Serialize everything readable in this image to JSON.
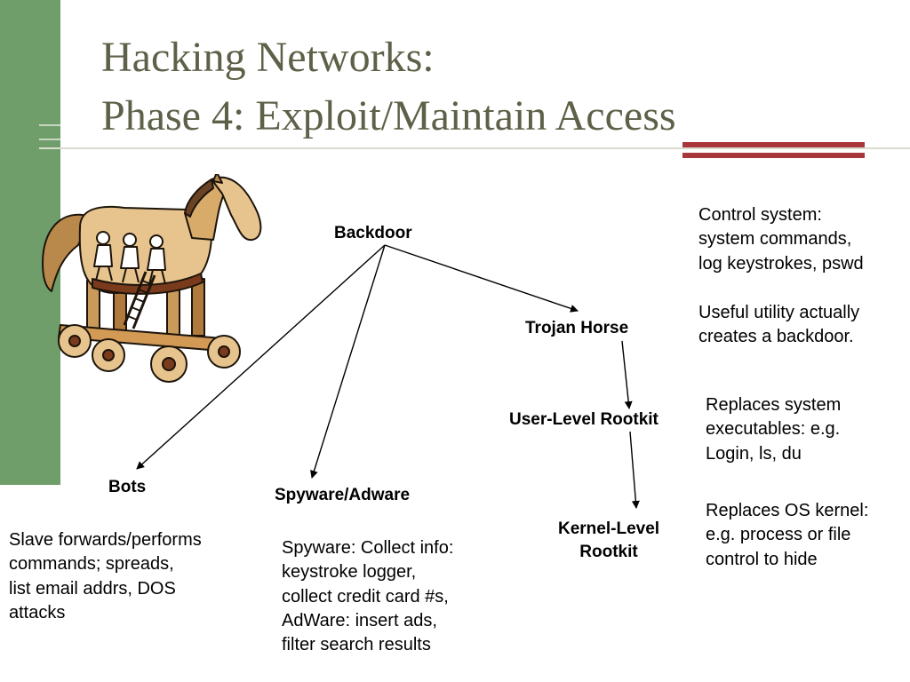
{
  "slide": {
    "title_line1": "Hacking Networks:",
    "title_line2": "Phase 4:  Exploit/Maintain Access"
  },
  "nodes": {
    "backdoor": "Backdoor",
    "trojan_horse": "Trojan Horse",
    "user_rootkit": "User-Level Rootkit",
    "kernel_rootkit": "Kernel-Level\nRootkit",
    "bots": "Bots",
    "spyware": "Spyware/Adware"
  },
  "descriptions": {
    "backdoor": "Control system:\nsystem commands,\nlog keystrokes, pswd",
    "trojan_horse": "Useful utility actually\ncreates a backdoor.",
    "user_rootkit": "Replaces system\nexecutables: e.g.\nLogin, ls, du",
    "kernel_rootkit": "Replaces OS kernel:\ne.g. process or file\ncontrol to hide",
    "bots": "Slave forwards/performs\ncommands; spreads,\nlist email addrs, DOS\nattacks",
    "spyware": "Spyware: Collect info:\nkeystroke logger,\ncollect credit card #s,\nAdWare: insert ads,\nfilter search results"
  },
  "colors": {
    "sidebar": "#6f9e6b",
    "title": "#5f6048",
    "accent_bar": "#a8373c"
  },
  "illustration": "trojan-horse-clipart"
}
